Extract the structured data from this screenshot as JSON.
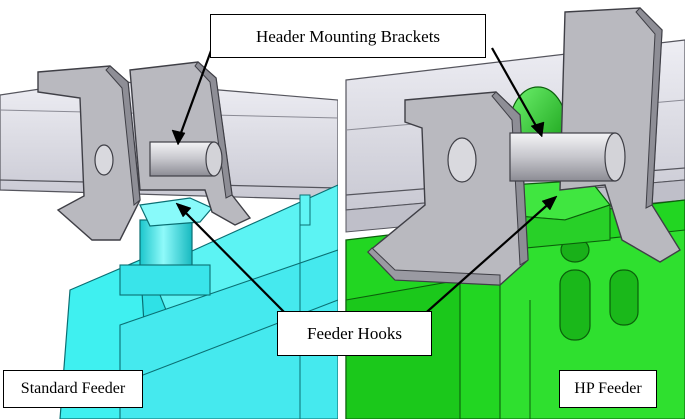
{
  "labels": {
    "header_mounting_brackets": "Header Mounting Brackets",
    "feeder_hooks": "Feeder Hooks",
    "standard_feeder": "Standard Feeder",
    "hp_feeder": "HP Feeder"
  },
  "colors": {
    "standard_feeder": "#3ff0f0",
    "hp_feeder": "#22dd22",
    "bracket": "#b4b4b8",
    "header": "#d8d8e0",
    "background": "#ffffff"
  }
}
